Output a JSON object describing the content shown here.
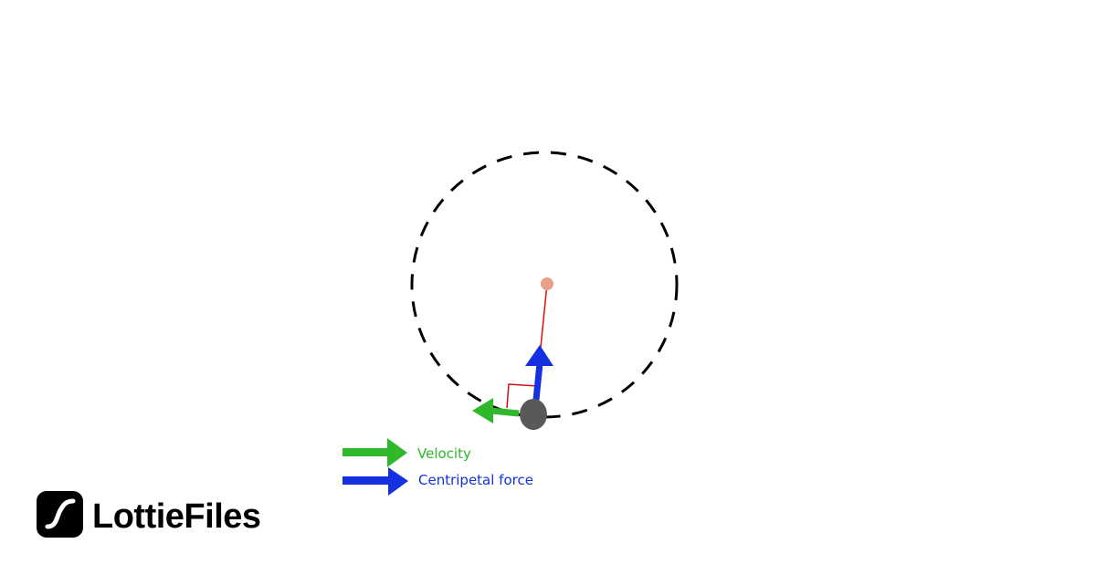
{
  "diagram": {
    "legend": [
      {
        "label": "Velocity",
        "color": "#2fb82a"
      },
      {
        "label": "Centripetal force",
        "color": "#1530e0"
      }
    ],
    "colors": {
      "orbit": "#000000",
      "ball": "#595959",
      "center": "#e8a08a",
      "radius_line": "#e01010",
      "right_angle": "#d01010"
    }
  },
  "brand": {
    "name": "LottieFiles",
    "icon": "lottiefiles-logo-icon"
  }
}
